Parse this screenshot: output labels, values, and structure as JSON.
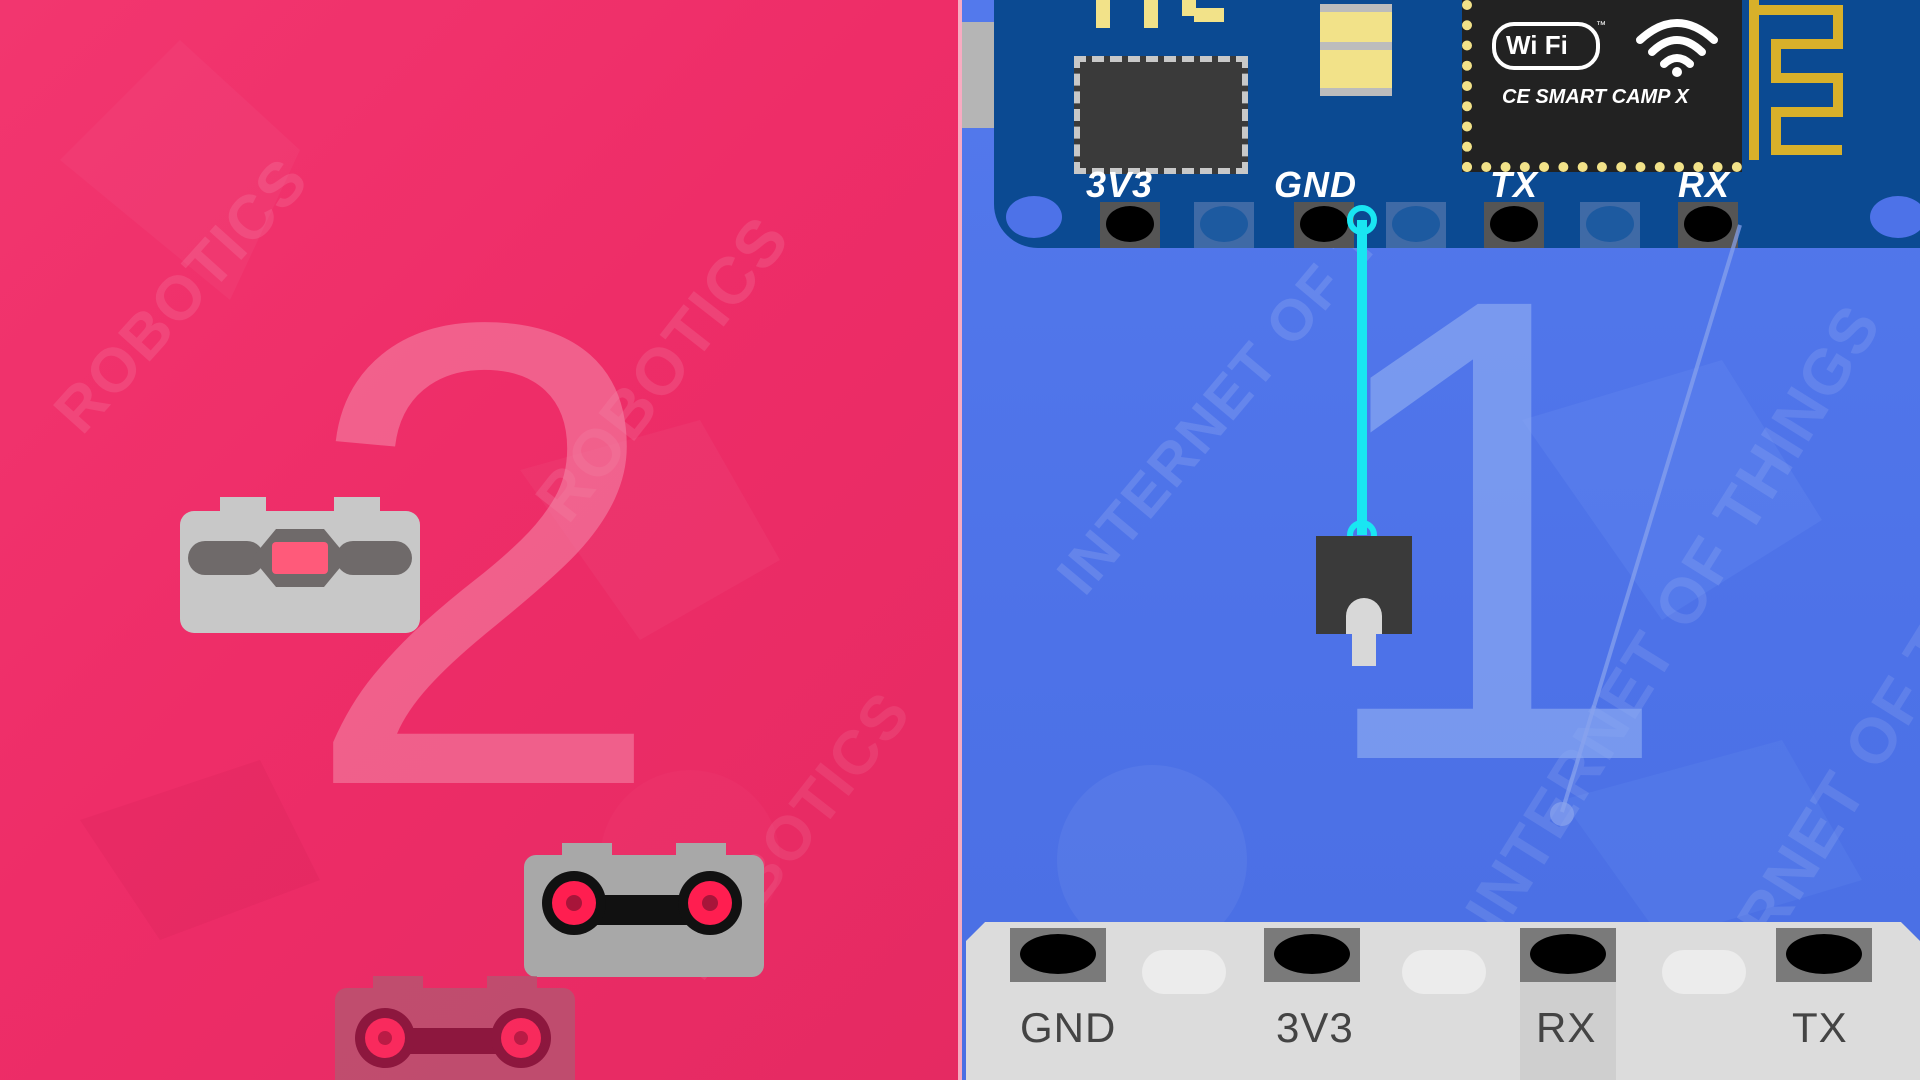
{
  "left": {
    "digit": "2",
    "watermark": "ROBOTICS",
    "bg": "#ee2d68",
    "parts": [
      {
        "name": "light-sensor-brick",
        "icon": "light-sensor-icon"
      },
      {
        "name": "ultrasonic-sensor-brick",
        "icon": "ultrasonic-sensor-icon"
      },
      {
        "name": "ultrasonic-sensor-brick-faded",
        "icon": "ultrasonic-sensor-icon"
      }
    ]
  },
  "right": {
    "digit": "1",
    "watermark": "INTERNET OF THINGS",
    "bg": "#4d72e8",
    "board": {
      "bg": "#0b4a92",
      "wifi_logo": "Wi Fi",
      "wifi_tm": "™",
      "module_name": "CE SMART CAMP X",
      "pins": [
        "3V3",
        "GND",
        "TX",
        "RX"
      ]
    },
    "wire_color": "#19e6f2",
    "strip": {
      "pins": [
        "GND",
        "3V3",
        "RX",
        "TX"
      ]
    }
  }
}
